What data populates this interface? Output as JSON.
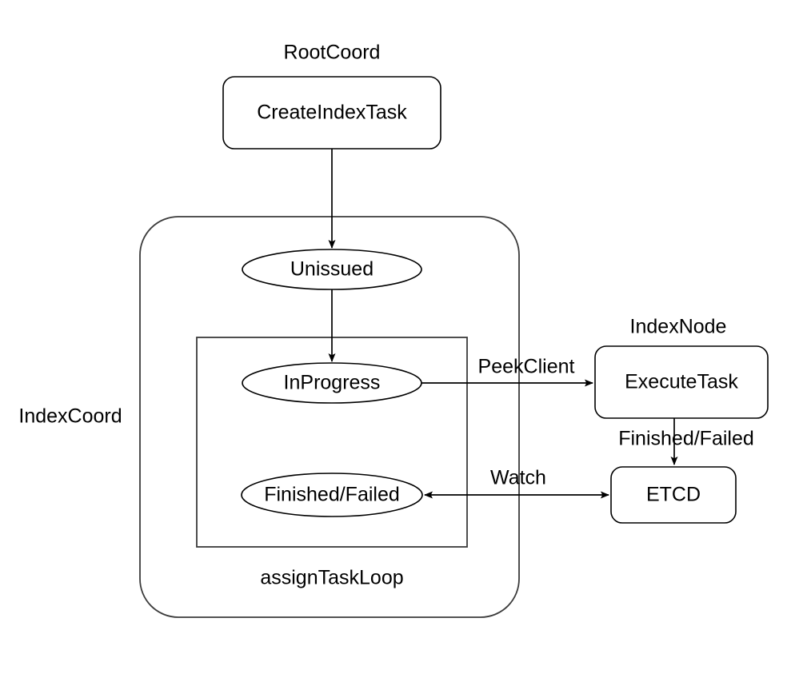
{
  "diagram": {
    "title_nodes": {
      "root_coord": "RootCoord",
      "index_coord": "IndexCoord",
      "index_node": "IndexNode",
      "assign_task_loop": "assignTaskLoop"
    },
    "nodes": {
      "create_index_task": "CreateIndexTask",
      "unissued": "Unissued",
      "in_progress": "InProgress",
      "finished_failed_state": "Finished/Failed",
      "execute_task": "ExecuteTask",
      "etcd": "ETCD"
    },
    "edge_labels": {
      "peek_client": "PeekClient",
      "finished_failed": "Finished/Failed",
      "watch": "Watch"
    },
    "colors": {
      "stroke": "#000000",
      "container_stroke": "#3b3b3b",
      "background": "#ffffff",
      "text": "#000000"
    }
  }
}
